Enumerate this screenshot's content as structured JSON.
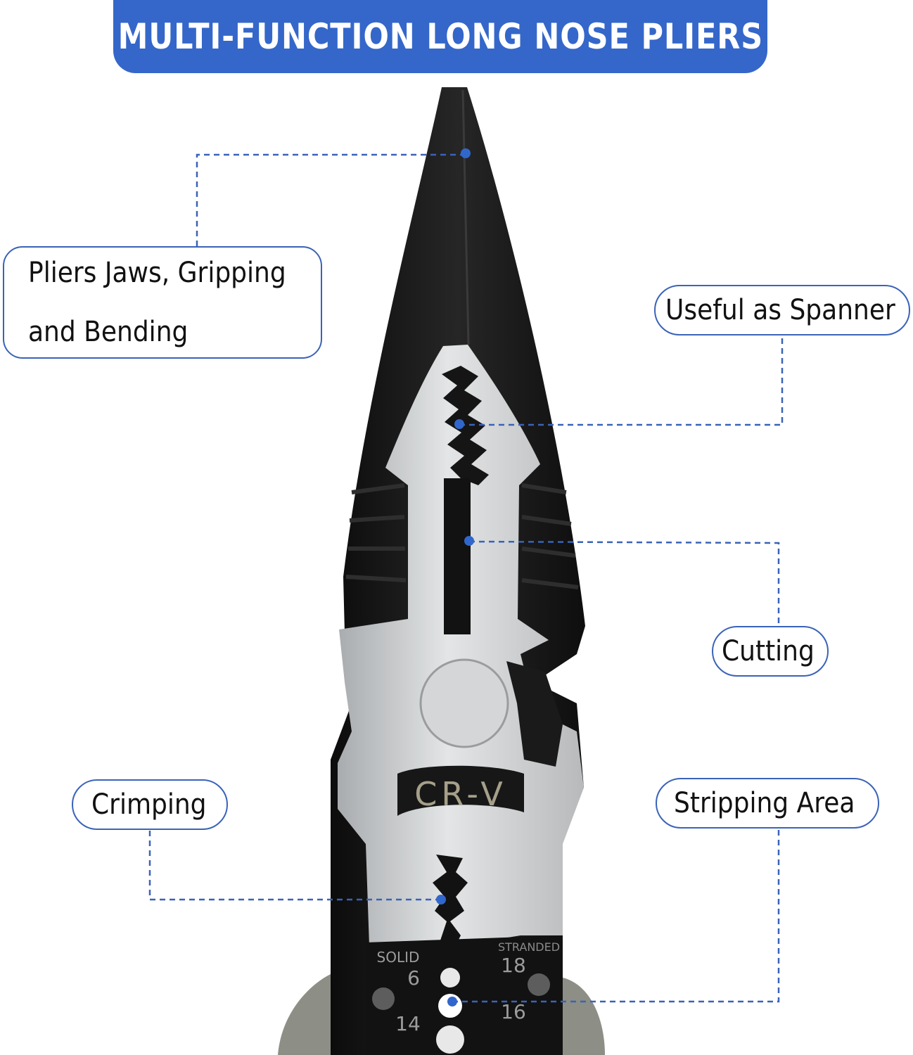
{
  "title": "MULTI-FUNCTION LONG NOSE PLIERS",
  "callouts": {
    "jaws_line1": "Pliers Jaws, Gripping",
    "jaws_line2": "and Bending",
    "spanner": "Useful as Spanner",
    "cutting": "Cutting",
    "crimping": "Crimping",
    "stripping": "Stripping Area"
  },
  "tool_markings": {
    "brand": "CR-V",
    "solid": "SOLID",
    "stranded": "STRANDED",
    "gauge_6": "6",
    "gauge_14": "14",
    "gauge_18": "18",
    "gauge_16": "16"
  },
  "colors": {
    "banner": "#3467c9",
    "callout_border": "#3a63b8",
    "leader_line": "#3a63b8",
    "steel": "#c9cbcd",
    "black_coating": "#141414"
  }
}
